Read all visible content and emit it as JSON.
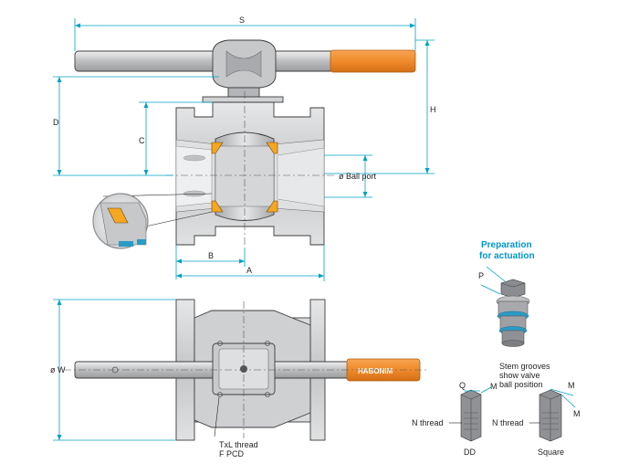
{
  "dimensions": {
    "s": "S",
    "d": "D",
    "c": "C",
    "h": "H",
    "ball_port": "ø Ball port",
    "b": "B",
    "a": "A",
    "w": "ø W",
    "p": "P",
    "q": "Q",
    "m": "M"
  },
  "notes": {
    "thread_line1": "TxL thread",
    "thread_line2": "F PCD",
    "stem_line1": "Stem grooves",
    "stem_line2": "show valve",
    "stem_line3": "ball position",
    "n_thread": "N thread"
  },
  "actuation": {
    "title_line1": "Preparation",
    "title_line2": "for actuation",
    "title_color": "#0096c8"
  },
  "stem_types": {
    "dd": "DD",
    "square": "Square"
  },
  "brand": {
    "name": "HABONIM"
  },
  "colors": {
    "handle_orange": "#f08a2a",
    "dimension_blue": "#00a1c4",
    "body_gray": "#cfd0d2",
    "seat_orange": "#f5a623"
  }
}
